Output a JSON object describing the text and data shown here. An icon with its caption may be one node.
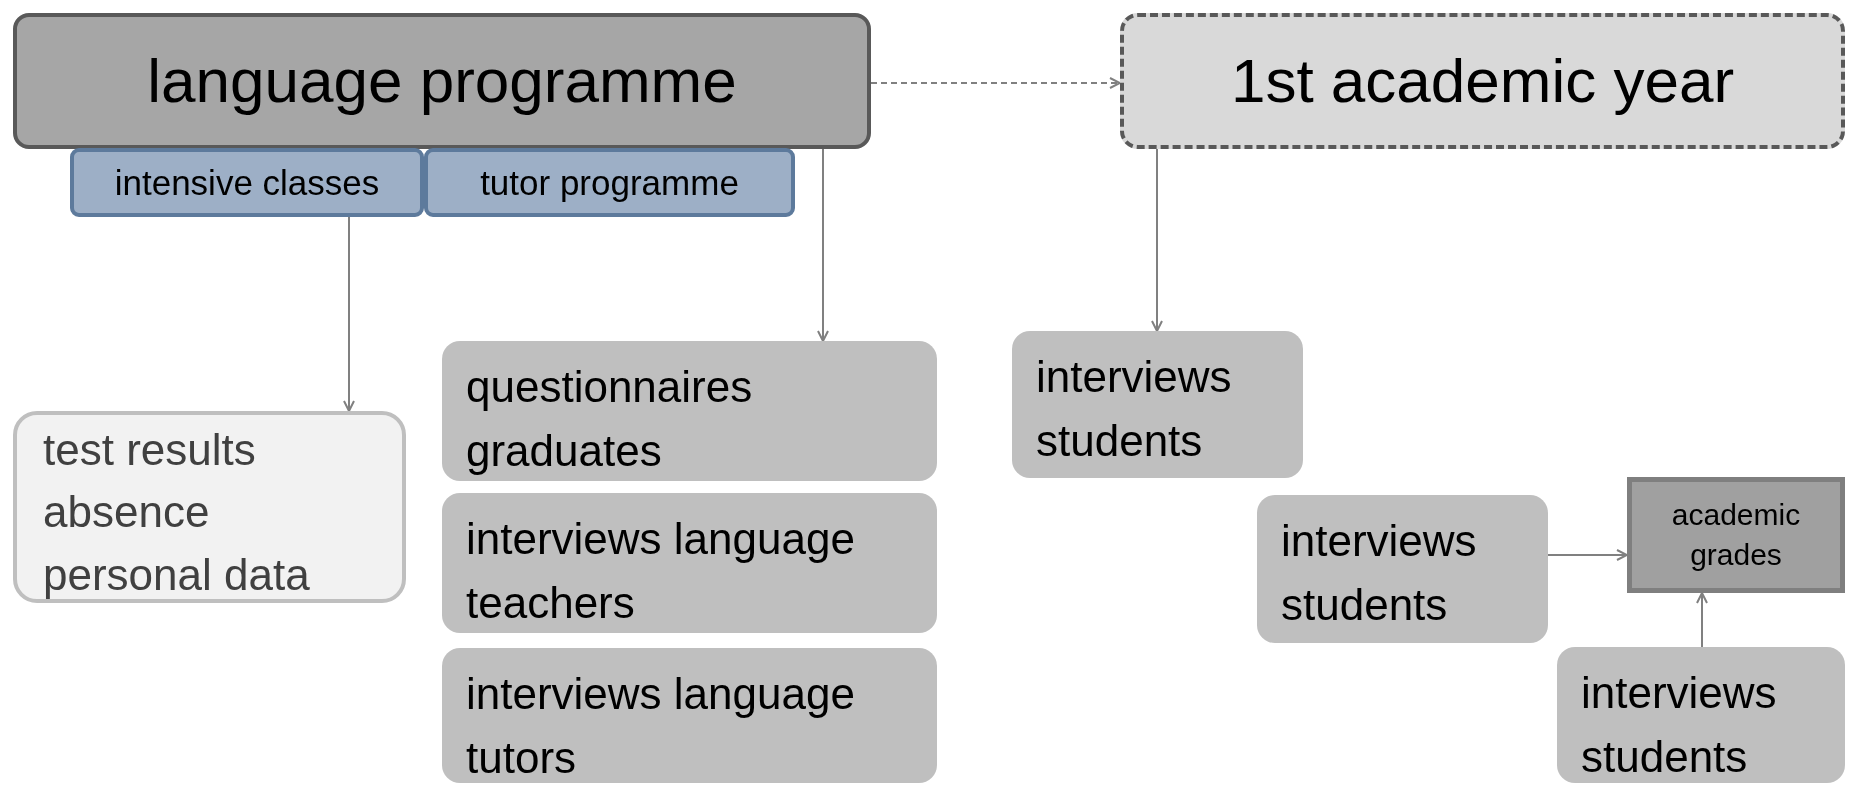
{
  "diagram": {
    "nodes": [
      {
        "text": [
          "language programme"
        ]
      },
      {
        "text": [
          "intensive classes"
        ]
      },
      {
        "text": [
          "tutor programme"
        ]
      },
      {
        "text": [
          "1st academic year"
        ]
      },
      {
        "text": [
          "test results",
          "absence",
          "personal data"
        ]
      },
      {
        "text": [
          "questionnaires graduates"
        ]
      },
      {
        "text": [
          "interviews language teachers"
        ]
      },
      {
        "text": [
          "interviews language tutors"
        ]
      },
      {
        "text": [
          "interviews students"
        ]
      },
      {
        "text": [
          "interviews students"
        ]
      },
      {
        "text": [
          "academic grades"
        ]
      },
      {
        "text": [
          "interviews students"
        ]
      }
    ],
    "edges": [
      {
        "from": 0,
        "to": 3,
        "arrow": "to",
        "style": "dashed"
      },
      {
        "from": 1,
        "to": 4,
        "arrow": "to"
      },
      {
        "from": 0,
        "to": 5,
        "arrow": "to"
      },
      {
        "from": 3,
        "to": 8,
        "arrow": "to"
      },
      {
        "from": 9,
        "to": 10,
        "arrow": "to"
      },
      {
        "from": 11,
        "to": 10,
        "arrow": "to"
      }
    ]
  }
}
